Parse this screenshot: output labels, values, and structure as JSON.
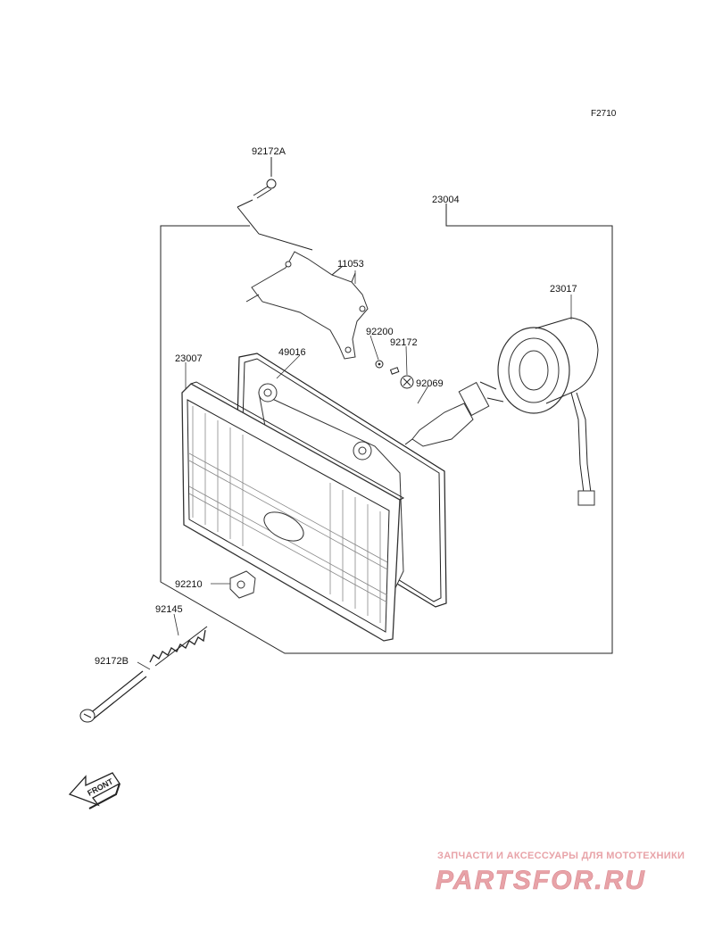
{
  "figure_id": "F2710",
  "parts": {
    "p23004": "23004",
    "p92172a": "92172A",
    "p11053": "11053",
    "p23017": "23017",
    "p92200": "92200",
    "p92172": "92172",
    "p23007": "23007",
    "p49016": "49016",
    "p92069": "92069",
    "p92210": "92210",
    "p92145": "92145",
    "p92172b": "92172B"
  },
  "front_arrow": "FRONT",
  "watermark": {
    "subtitle": "ЗАПЧАСТИ И АКСЕССУАРЫ ДЛЯ МОТОТЕХНИКИ",
    "brand": "PARTSFOR.RU",
    "color": "#e8a3a8"
  }
}
